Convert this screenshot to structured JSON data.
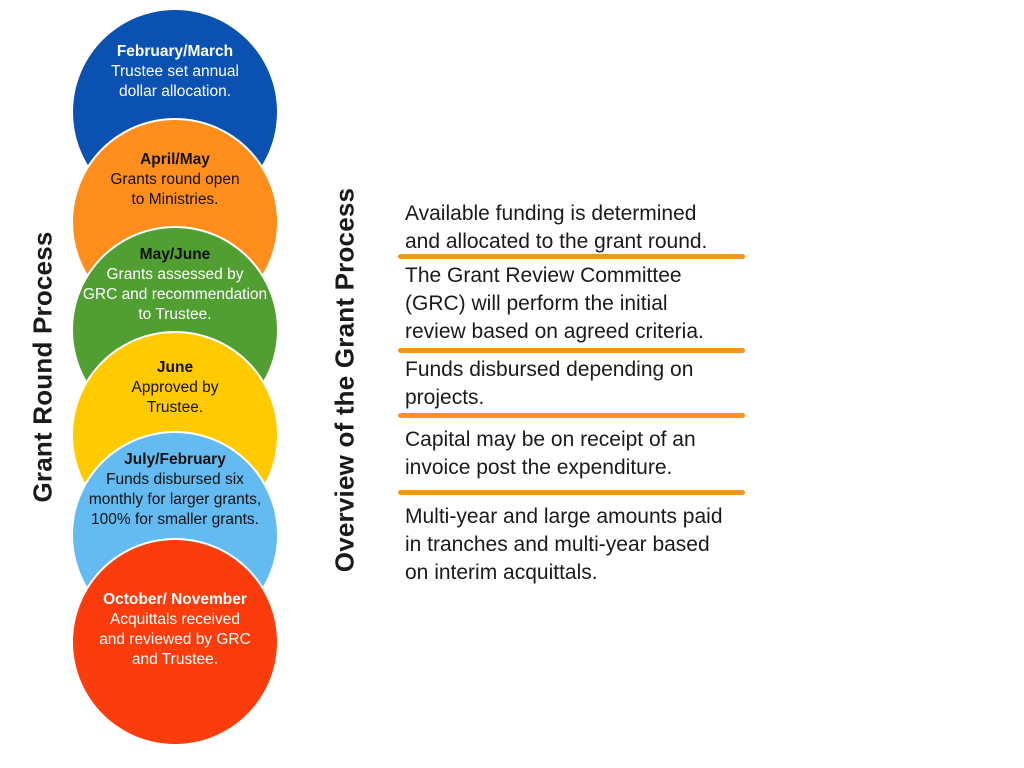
{
  "left_title": "Grant Round Process",
  "right_title": "Overview of the Grant Process",
  "timeline": {
    "circles": [
      {
        "month": "February/March",
        "description": "Trustee set annual\ndollar allocation.",
        "color": "#0A51B2",
        "heading_color": "#ffffff",
        "text_color": "#ffffff"
      },
      {
        "month": "April/May",
        "description": "Grants round open\nto Ministries.",
        "color": "#FF8E1C",
        "heading_color": "#111111",
        "text_color": "#111111"
      },
      {
        "month": "May/June",
        "description": "Grants assessed by\nGRC and recommendation\nto Trustee.",
        "color": "#519E33",
        "heading_color": "#111111",
        "text_color": "#ffffff"
      },
      {
        "month": "June",
        "description": "Approved by\nTrustee.",
        "color": "#FFCB00",
        "heading_color": "#111111",
        "text_color": "#111111"
      },
      {
        "month": "July/February",
        "description": "Funds disbursed six\nmonthly for larger grants,\n100% for smaller grants.",
        "color": "#63BBF2",
        "heading_color": "#111111",
        "text_color": "#111111"
      },
      {
        "month": "October/ November",
        "description": "Acquittals received\nand reviewed by GRC\nand Trustee.",
        "color": "#FB3D0D",
        "heading_color": "#ffffff",
        "text_color": "#ffffff"
      }
    ]
  },
  "overview": {
    "divider_color": "#F79421",
    "items": [
      {
        "text": "Available funding is determined\nand allocated to the grant round."
      },
      {
        "text": "The Grant Review Committee\n(GRC) will perform the initial\nreview based on agreed criteria."
      },
      {
        "text": "Funds disbursed depending on\nprojects."
      },
      {
        "text": "Capital may be on receipt of an\ninvoice post the expenditure."
      },
      {
        "text": "Multi-year and large amounts paid\nin tranches and multi-year based\non interim acquittals."
      }
    ]
  }
}
